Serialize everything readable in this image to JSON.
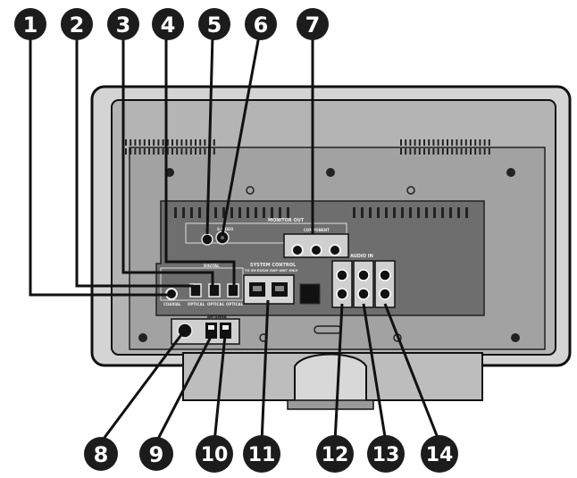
{
  "colors": {
    "badge": "#1c1c1c",
    "badge_text": "#ffffff",
    "body_light": "#d6d6d6",
    "body_mid": "#a7a7a7",
    "panel": "#6f6f6f",
    "jack": "#1a1a1a"
  },
  "callouts": [
    {
      "number": "1"
    },
    {
      "number": "2"
    },
    {
      "number": "3"
    },
    {
      "number": "4"
    },
    {
      "number": "5"
    },
    {
      "number": "6"
    },
    {
      "number": "7"
    },
    {
      "number": "8"
    },
    {
      "number": "9"
    },
    {
      "number": "10"
    },
    {
      "number": "11"
    },
    {
      "number": "12"
    },
    {
      "number": "13"
    },
    {
      "number": "14"
    }
  ],
  "labels": {
    "monitor_out": "MONITOR OUT",
    "component": "COMPONENT",
    "s_video": "S-VIDEO",
    "digital": "DIGITAL",
    "coaxial": "COAXIAL",
    "optical_1": "OPTICAL",
    "optical_2": "OPTICAL",
    "optical_3": "OPTICAL",
    "system_control": "SYSTEM CONTROL",
    "system_control_sub": "TO SH-EX526 SWP UNIT ONLY",
    "audio_in": "AUDIO IN",
    "antenna": "ANTENNA"
  }
}
